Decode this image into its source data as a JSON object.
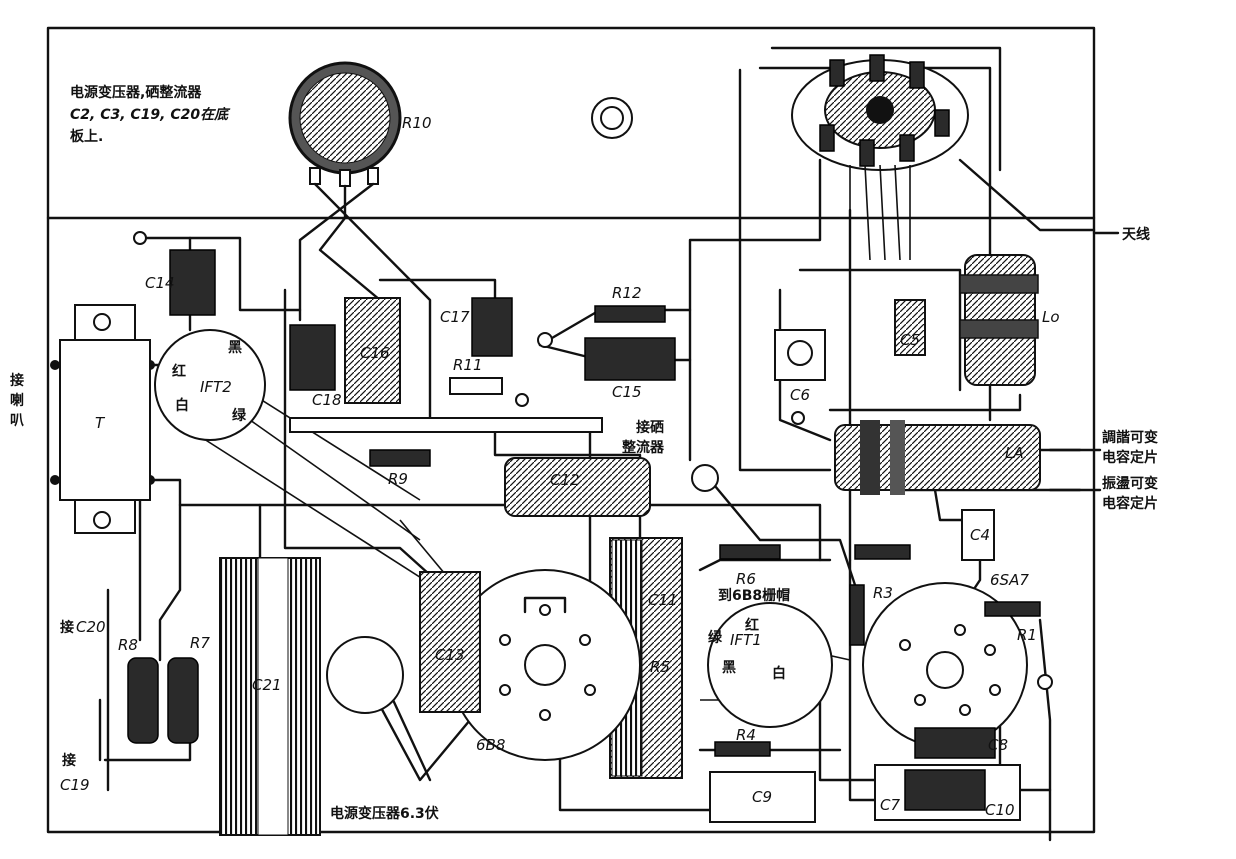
{
  "labels": {
    "note": [
      "电源变压器,硒整流器",
      "C2, C3, C19, C20在底",
      "板上."
    ],
    "R10": "R10",
    "C14": "C14",
    "C16": "C16",
    "C17": "C17",
    "C18": "C18",
    "R11": "R11",
    "R12": "R12",
    "C15": "C15",
    "IFT2": "IFT2",
    "ift2_black": "黑",
    "ift2_red": "红",
    "ift2_white": "白",
    "ift2_green": "绿",
    "T": "T",
    "speaker": [
      "接",
      "喇",
      "叭"
    ],
    "R9": "R9",
    "selenium": [
      "接硒",
      "整流器"
    ],
    "C12": "C12",
    "antenna": "天线",
    "C6": "C6",
    "C5": "C5",
    "Lo": "Lo",
    "LA": "LA",
    "cap_fixed_1": [
      "調諧可变",
      "电容定片"
    ],
    "cap_fixed_2": [
      "振盪可变",
      "电容定片"
    ],
    "C4": "C4",
    "tube_6SA7": "6SA7",
    "R1": "R1",
    "R3": "R3",
    "R6": "R6",
    "to_6B8": "到6B8栅帽",
    "IFT1": "IFT1",
    "ift1_red": "红",
    "ift1_green": "绿",
    "ift1_black": "黑",
    "ift1_white": "白",
    "C11": "C11",
    "R5": "R5",
    "R4": "R4",
    "C9": "C9",
    "C7": "C7",
    "C8": "C8",
    "C10": "C10",
    "C13": "C13",
    "tube_6B8": "6B8",
    "C21": "C21",
    "transformer_63": "电源变压器6.3伏",
    "C20_label": [
      "接",
      "C20"
    ],
    "C19_label": [
      "接",
      "C19"
    ],
    "R8": "R8",
    "R7": "R7"
  },
  "colors": {
    "ink": "#111111",
    "paper": "#ffffff",
    "component_fill": "#2a2a2a"
  }
}
